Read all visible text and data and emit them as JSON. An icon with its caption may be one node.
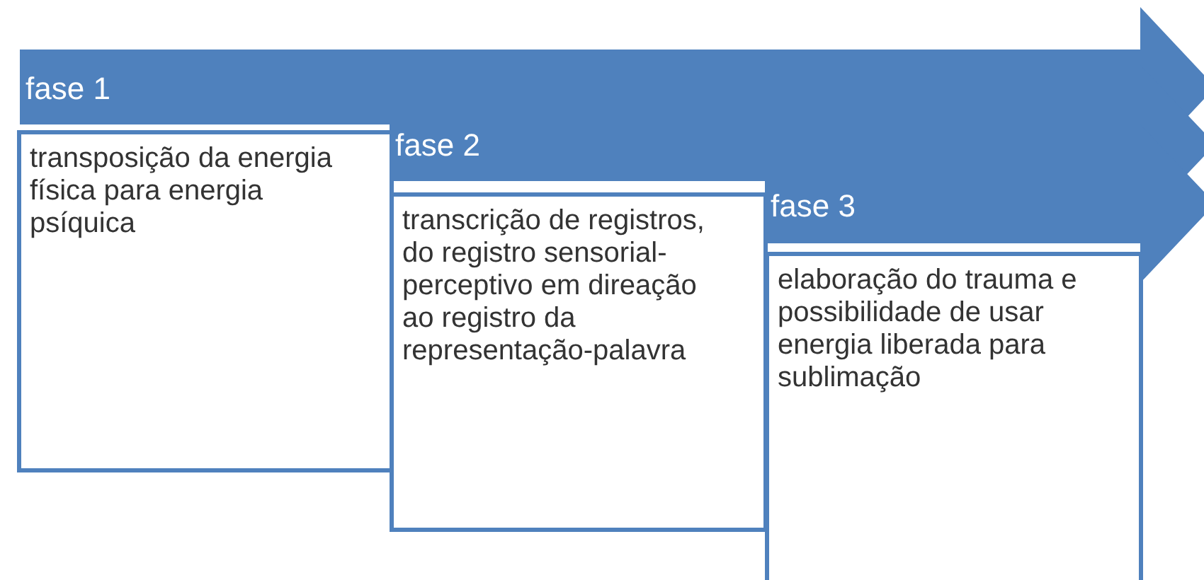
{
  "diagram": {
    "nodes": [
      {
        "text": [
          "fase 1"
        ]
      },
      {
        "text": [
          "transposição da energia física para energia psíquica"
        ]
      },
      {
        "text": [
          "fase 2"
        ]
      },
      {
        "text": [
          "transcrição de registros, do registro sensorial-perceptivo em direação ao registro da representação-palavra"
        ]
      },
      {
        "text": [
          "fase 3"
        ]
      },
      {
        "text": [
          "elaboração do trauma e possibilidade de usar energia liberada para sublimação"
        ]
      }
    ]
  }
}
